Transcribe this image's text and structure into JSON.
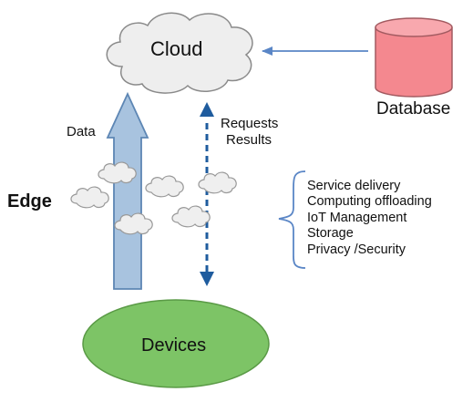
{
  "labels": {
    "cloud": "Cloud",
    "database": "Database",
    "data": "Data",
    "requests": "Requests",
    "results": "Results",
    "edge": "Edge",
    "devices": "Devices"
  },
  "edge_services": [
    "Service delivery",
    "Computing offloading",
    "IoT Management",
    "Storage",
    "Privacy /Security"
  ],
  "colors": {
    "cloud_fill": "#eeeeee",
    "database_fill": "#f4888f",
    "devices_fill": "#7dc466",
    "data_arrow_fill": "#a8c3df",
    "link_arrow": "#1f5c9e",
    "database_arrow": "#5a86c6"
  }
}
